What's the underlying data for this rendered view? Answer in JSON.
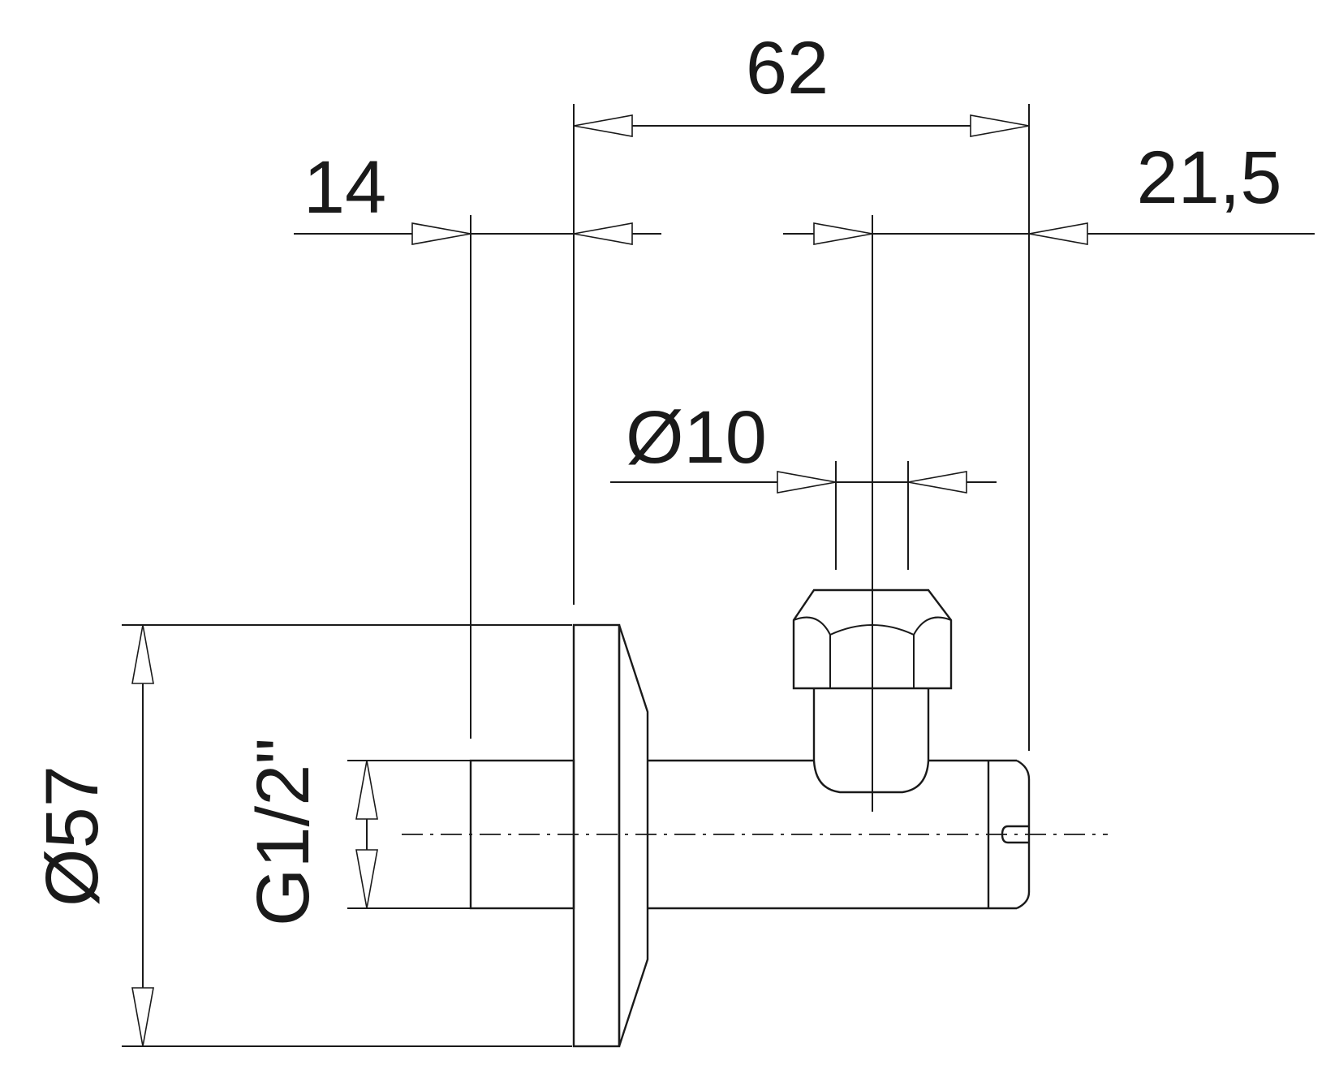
{
  "dimensions": {
    "overall_length": "62",
    "thread_length": "14",
    "outlet_offset": "21,5",
    "outlet_diameter": "Ø10",
    "flange_diameter": "Ø57",
    "thread_size": "G1/2\""
  },
  "colors": {
    "line": "#1a1a1a",
    "background": "#ffffff"
  }
}
